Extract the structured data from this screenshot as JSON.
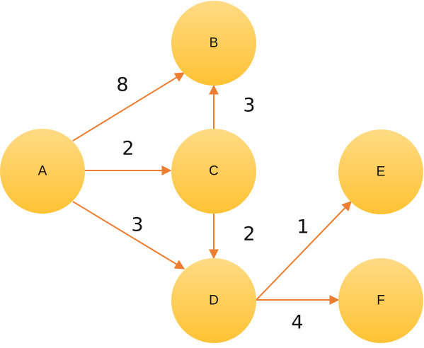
{
  "graph": {
    "nodes": [
      {
        "id": "A",
        "label": "A"
      },
      {
        "id": "B",
        "label": "B"
      },
      {
        "id": "C",
        "label": "C"
      },
      {
        "id": "D",
        "label": "D"
      },
      {
        "id": "E",
        "label": "E"
      },
      {
        "id": "F",
        "label": "F"
      }
    ],
    "edges": [
      {
        "from": "A",
        "to": "B",
        "weight": "8"
      },
      {
        "from": "A",
        "to": "C",
        "weight": "2"
      },
      {
        "from": "A",
        "to": "D",
        "weight": "3"
      },
      {
        "from": "C",
        "to": "B",
        "weight": "3"
      },
      {
        "from": "C",
        "to": "D",
        "weight": "2"
      },
      {
        "from": "D",
        "to": "E",
        "weight": "1"
      },
      {
        "from": "D",
        "to": "F",
        "weight": "4"
      }
    ]
  },
  "colors": {
    "node_fill_top": "#FFD97A",
    "node_fill_bottom": "#FFC340",
    "edge": "#ED7D31",
    "text": "#111111"
  }
}
